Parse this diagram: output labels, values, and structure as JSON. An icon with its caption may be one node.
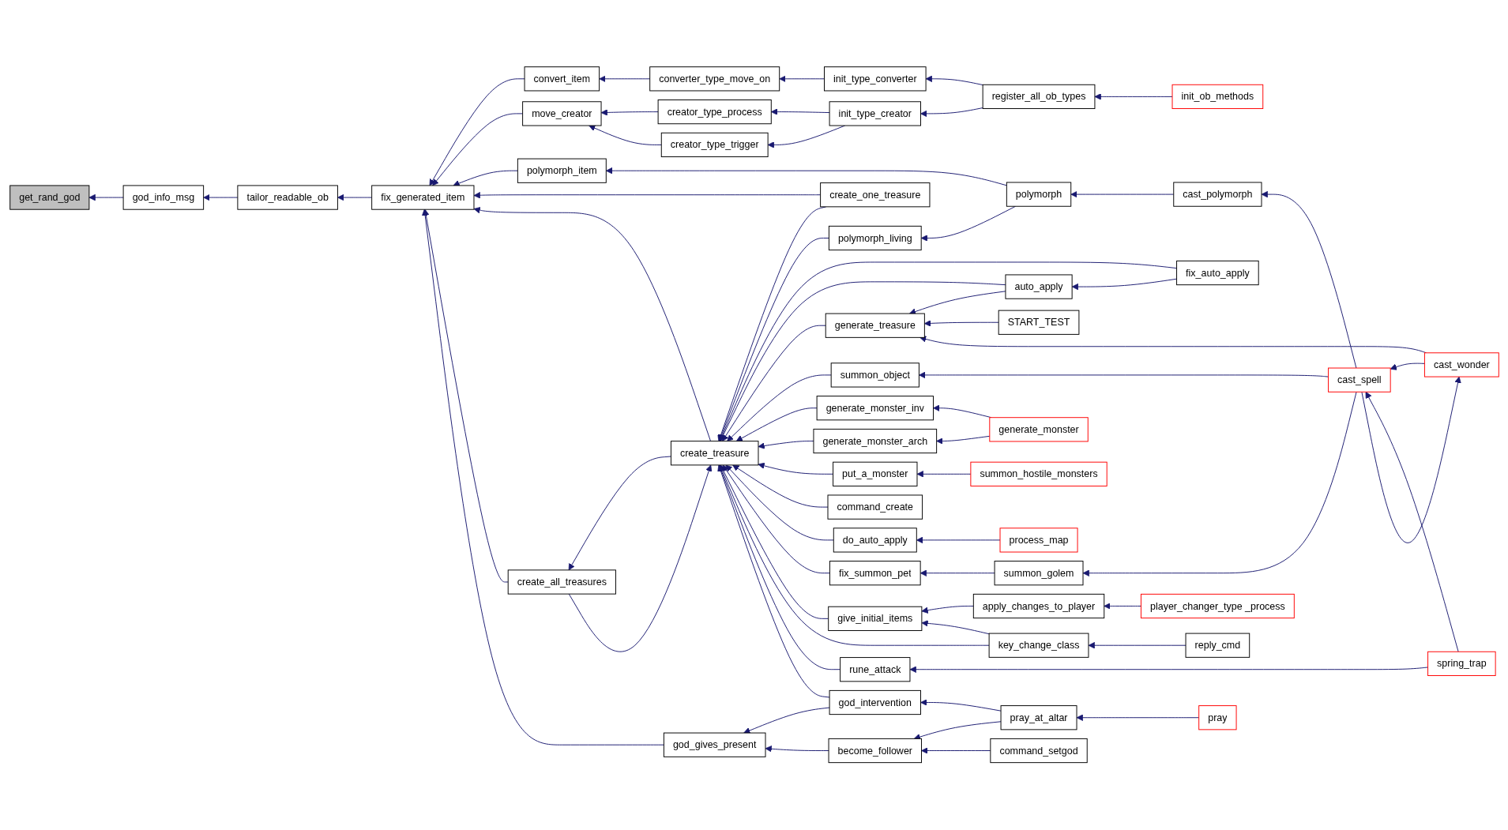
{
  "diagram": {
    "nodes": [
      {
        "text": [
          "get_rand_god"
        ]
      },
      {
        "text": [
          "god_info_msg"
        ]
      },
      {
        "text": [
          "tailor_readable_ob"
        ]
      },
      {
        "text": [
          "fix_generated_item"
        ]
      },
      {
        "text": [
          "convert_item"
        ]
      },
      {
        "text": [
          "move_creator"
        ]
      },
      {
        "text": [
          "polymorph_item"
        ]
      },
      {
        "text": [
          "create_all_treasures"
        ]
      },
      {
        "text": [
          "god_gives_present"
        ]
      },
      {
        "text": [
          "create_treasure"
        ]
      },
      {
        "text": [
          "converter_type_move_on"
        ]
      },
      {
        "text": [
          "creator_type_process"
        ]
      },
      {
        "text": [
          "creator_type_trigger"
        ]
      },
      {
        "text": [
          "init_type_converter"
        ]
      },
      {
        "text": [
          "init_type_creator"
        ]
      },
      {
        "text": [
          "create_one_treasure"
        ]
      },
      {
        "text": [
          "polymorph_living"
        ]
      },
      {
        "text": [
          "generate_treasure"
        ]
      },
      {
        "text": [
          "generate_monster_inv"
        ]
      },
      {
        "text": [
          "generate_monster_arch"
        ]
      },
      {
        "text": [
          "put_a_monster"
        ]
      },
      {
        "text": [
          "command_create"
        ]
      },
      {
        "text": [
          "do_auto_apply"
        ]
      },
      {
        "text": [
          "give_initial_items"
        ]
      },
      {
        "text": [
          "god_intervention"
        ]
      },
      {
        "text": [
          "become_follower"
        ]
      },
      {
        "text": [
          "register_all_ob_types"
        ]
      },
      {
        "text": [
          "polymorph"
        ]
      },
      {
        "text": [
          "auto_apply"
        ]
      },
      {
        "text": [
          "START_TEST"
        ]
      },
      {
        "text": [
          "cast_wonder"
        ]
      },
      {
        "text": [
          "summon_object"
        ]
      },
      {
        "text": [
          "generate_monster"
        ]
      },
      {
        "text": [
          "summon_hostile_monsters"
        ]
      },
      {
        "text": [
          "process_map"
        ]
      },
      {
        "text": [
          "fix_summon_pet"
        ]
      },
      {
        "text": [
          "apply_changes_to_player"
        ]
      },
      {
        "text": [
          "key_change_class"
        ]
      },
      {
        "text": [
          "pray_at_altar"
        ]
      },
      {
        "text": [
          "command_setgod"
        ]
      },
      {
        "text": [
          "init_ob_methods"
        ]
      },
      {
        "text": [
          "cast_polymorph"
        ]
      },
      {
        "text": [
          "fix_auto_apply"
        ]
      },
      {
        "text": [
          "summon_golem"
        ]
      },
      {
        "text": [
          "player_changer_type _process"
        ]
      },
      {
        "text": [
          "reply_cmd"
        ]
      },
      {
        "text": [
          "pray"
        ]
      },
      {
        "text": [
          "cast_spell"
        ]
      },
      {
        "text": [
          "rune_attack"
        ]
      },
      {
        "text": [
          "spring_trap"
        ]
      }
    ],
    "edges": [
      {
        "from": 1,
        "to": 0,
        "arrow": "to"
      },
      {
        "from": 2,
        "to": 1,
        "arrow": "to"
      },
      {
        "from": 3,
        "to": 2,
        "arrow": "to"
      },
      {
        "from": 4,
        "to": 3,
        "arrow": "to"
      },
      {
        "from": 5,
        "to": 3,
        "arrow": "to"
      },
      {
        "from": 6,
        "to": 3,
        "arrow": "to"
      },
      {
        "from": 15,
        "to": 3,
        "arrow": "to"
      },
      {
        "from": 9,
        "to": 3,
        "arrow": "to"
      },
      {
        "from": 7,
        "to": 3,
        "arrow": "to"
      },
      {
        "from": 8,
        "to": 3,
        "arrow": "to"
      },
      {
        "from": 10,
        "to": 4,
        "arrow": "to"
      },
      {
        "from": 11,
        "to": 5,
        "arrow": "to"
      },
      {
        "from": 12,
        "to": 5,
        "arrow": "to"
      },
      {
        "from": 13,
        "to": 10,
        "arrow": "to"
      },
      {
        "from": 14,
        "to": 11,
        "arrow": "to"
      },
      {
        "from": 14,
        "to": 12,
        "arrow": "to"
      },
      {
        "from": 26,
        "to": 13,
        "arrow": "to"
      },
      {
        "from": 26,
        "to": 14,
        "arrow": "to"
      },
      {
        "from": 40,
        "to": 26,
        "arrow": "to"
      },
      {
        "from": 27,
        "to": 6,
        "arrow": "to"
      },
      {
        "from": 9,
        "to": 7,
        "arrow": "to"
      },
      {
        "from": 7,
        "to": 9,
        "arrow": "to"
      },
      {
        "from": 15,
        "to": 9,
        "arrow": "to"
      },
      {
        "from": 16,
        "to": 9,
        "arrow": "to"
      },
      {
        "from": 42,
        "to": 9,
        "arrow": "to"
      },
      {
        "from": 28,
        "to": 9,
        "arrow": "to"
      },
      {
        "from": 17,
        "to": 9,
        "arrow": "to"
      },
      {
        "from": 31,
        "to": 9,
        "arrow": "to"
      },
      {
        "from": 18,
        "to": 9,
        "arrow": "to"
      },
      {
        "from": 19,
        "to": 9,
        "arrow": "to"
      },
      {
        "from": 20,
        "to": 9,
        "arrow": "to"
      },
      {
        "from": 21,
        "to": 9,
        "arrow": "to"
      },
      {
        "from": 22,
        "to": 9,
        "arrow": "to"
      },
      {
        "from": 35,
        "to": 9,
        "arrow": "to"
      },
      {
        "from": 23,
        "to": 9,
        "arrow": "to"
      },
      {
        "from": 37,
        "to": 9,
        "arrow": "to"
      },
      {
        "from": 48,
        "to": 9,
        "arrow": "to"
      },
      {
        "from": 24,
        "to": 9,
        "arrow": "to"
      },
      {
        "from": 27,
        "to": 16,
        "arrow": "to"
      },
      {
        "from": 41,
        "to": 27,
        "arrow": "to"
      },
      {
        "from": 47,
        "to": 41,
        "arrow": "to"
      },
      {
        "from": 28,
        "to": 17,
        "arrow": "to"
      },
      {
        "from": 29,
        "to": 17,
        "arrow": "to"
      },
      {
        "from": 30,
        "to": 17,
        "arrow": "to"
      },
      {
        "from": 42,
        "to": 28,
        "arrow": "to"
      },
      {
        "from": 47,
        "to": 30,
        "arrow": "to"
      },
      {
        "from": 30,
        "to": 47,
        "arrow": "to"
      },
      {
        "from": 47,
        "to": 31,
        "arrow": "to"
      },
      {
        "from": 32,
        "to": 18,
        "arrow": "to"
      },
      {
        "from": 32,
        "to": 19,
        "arrow": "to"
      },
      {
        "from": 33,
        "to": 20,
        "arrow": "to"
      },
      {
        "from": 34,
        "to": 22,
        "arrow": "to"
      },
      {
        "from": 43,
        "to": 35,
        "arrow": "to"
      },
      {
        "from": 47,
        "to": 43,
        "arrow": "to"
      },
      {
        "from": 36,
        "to": 23,
        "arrow": "to"
      },
      {
        "from": 37,
        "to": 23,
        "arrow": "to"
      },
      {
        "from": 44,
        "to": 36,
        "arrow": "to"
      },
      {
        "from": 45,
        "to": 37,
        "arrow": "to"
      },
      {
        "from": 49,
        "to": 47,
        "arrow": "to"
      },
      {
        "from": 49,
        "to": 48,
        "arrow": "to"
      },
      {
        "from": 24,
        "to": 8,
        "arrow": "to"
      },
      {
        "from": 25,
        "to": 8,
        "arrow": "to"
      },
      {
        "from": 38,
        "to": 24,
        "arrow": "to"
      },
      {
        "from": 38,
        "to": 25,
        "arrow": "to"
      },
      {
        "from": 39,
        "to": 25,
        "arrow": "to"
      },
      {
        "from": 46,
        "to": 38,
        "arrow": "to"
      }
    ]
  }
}
